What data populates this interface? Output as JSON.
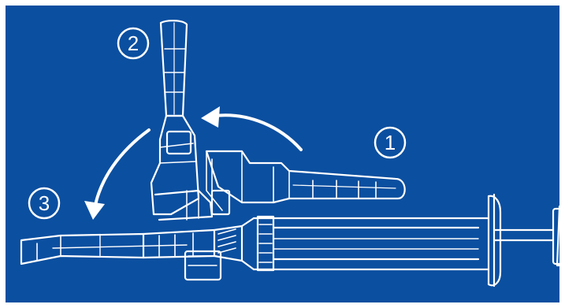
{
  "figure": {
    "background_color": "#0b4fa0",
    "line_color": "#ffffff",
    "steps": [
      {
        "label": "1",
        "glyph": "①"
      },
      {
        "label": "2",
        "glyph": "②"
      },
      {
        "label": "3",
        "glyph": "③"
      }
    ],
    "icons": [
      "syringe-icon",
      "needle-shield-icon",
      "curved-arrow-icon"
    ]
  }
}
